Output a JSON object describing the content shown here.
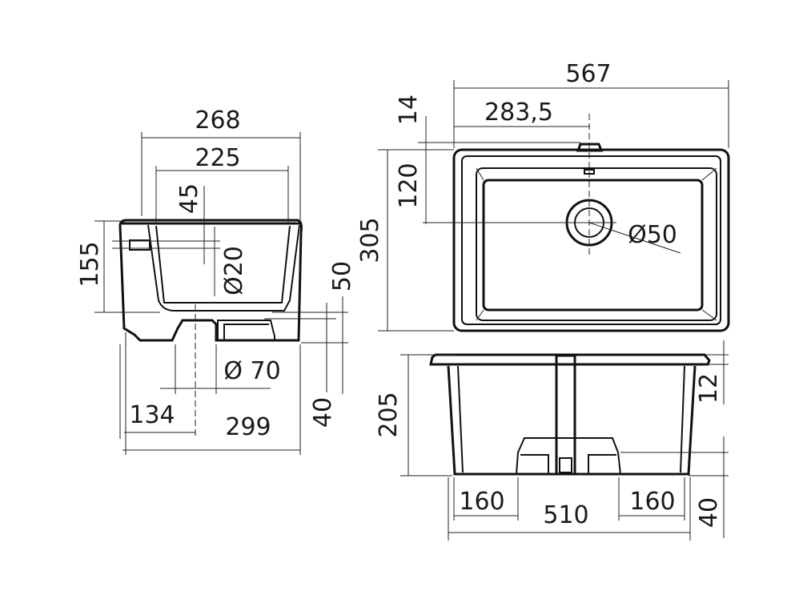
{
  "side_view": {
    "width_outer": "268",
    "width_inner": "225",
    "overflow_height": "45",
    "overflow_diameter": "Ø20",
    "bowl_height": "155",
    "base_height": "50",
    "foot_height": "40",
    "drain_diameter": "Ø 70",
    "drain_offset": "134",
    "total_depth": "299"
  },
  "top_view": {
    "total_width": "567",
    "half_width": "283,5",
    "rim_offset": "14",
    "drain_offset": "120",
    "total_depth": "305",
    "drain_diameter": "Ø50"
  },
  "front_view": {
    "height": "205",
    "rim_thickness": "12",
    "foot_height": "40",
    "foot_left": "160",
    "foot_right": "160",
    "bottom_width": "510"
  },
  "colors": {
    "line": "#111111",
    "background": "#ffffff"
  }
}
